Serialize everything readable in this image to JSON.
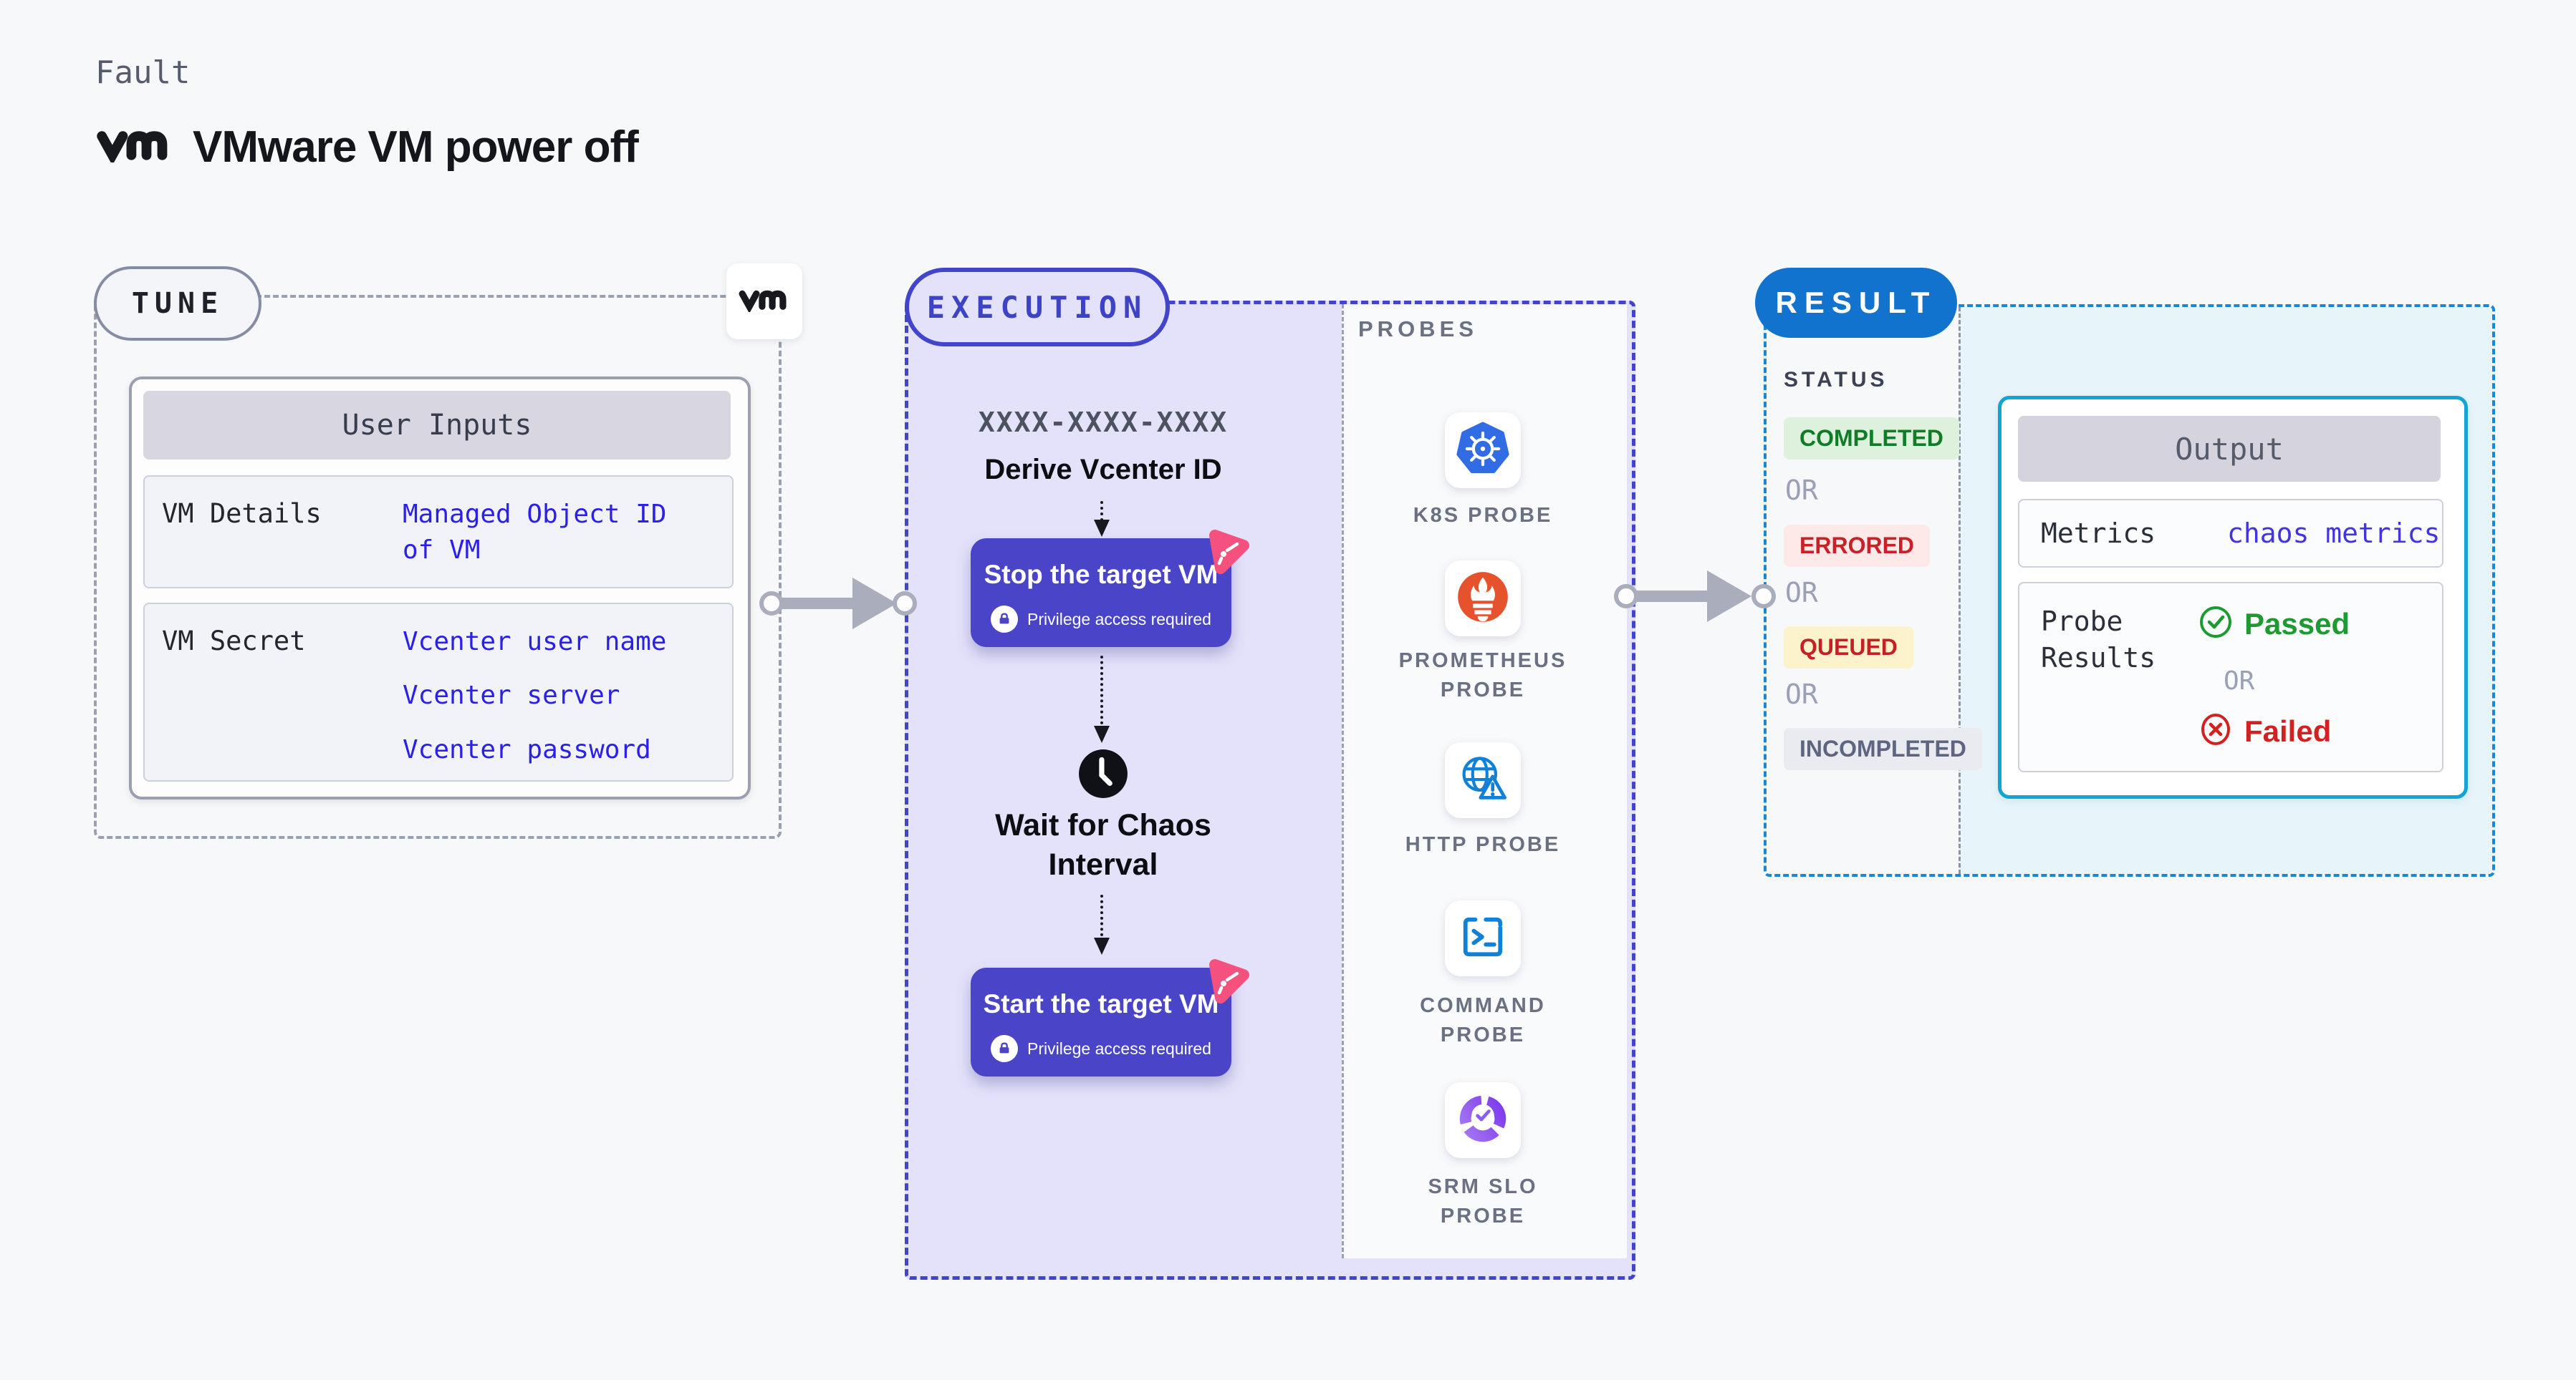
{
  "header": {
    "kicker": "Fault",
    "title": "VMware VM power off",
    "logo": "vmware-vm-logo"
  },
  "tune": {
    "pill_label": "TUNE",
    "table": {
      "header": "User Inputs",
      "rows": [
        {
          "label": "VM Details",
          "values": [
            "Managed Object ID of VM"
          ]
        },
        {
          "label": "VM Secret",
          "values": [
            "Vcenter user name",
            "Vcenter server",
            "Vcenter password"
          ]
        }
      ]
    }
  },
  "execution": {
    "pill_label": "EXECUTION",
    "vcenter_id_mask": "XXXX-XXXX-XXXX",
    "derive_step": "Derive Vcenter ID",
    "stop_step": {
      "title": "Stop the target VM",
      "privilege_note": "Privilege access required"
    },
    "wait_step": "Wait for Chaos Interval",
    "start_step": {
      "title": "Start the target VM",
      "privilege_note": "Privilege access required"
    }
  },
  "probes": {
    "title": "PROBES",
    "items": [
      {
        "label": "K8S PROBE",
        "icon": "kubernetes-icon"
      },
      {
        "label": "PROMETHEUS PROBE",
        "icon": "prometheus-icon"
      },
      {
        "label": "HTTP PROBE",
        "icon": "http-globe-icon"
      },
      {
        "label": "COMMAND PROBE",
        "icon": "terminal-icon"
      },
      {
        "label": "SRM SLO PROBE",
        "icon": "slo-donut-icon"
      }
    ]
  },
  "result": {
    "pill_label": "RESULT",
    "status": {
      "title": "STATUS",
      "or": "OR",
      "items": [
        {
          "label": "COMPLETED",
          "text_color": "#117c28",
          "bg_color": "#def1dd"
        },
        {
          "label": "ERRORED",
          "text_color": "#ca2128",
          "bg_color": "#fce9e8"
        },
        {
          "label": "QUEUED",
          "text_color": "#c32125",
          "bg_color": "#fcf2cb"
        },
        {
          "label": "INCOMPLETED",
          "text_color": "#5e6580",
          "bg_color": "#eaebf1"
        }
      ]
    },
    "output": {
      "header": "Output",
      "metrics_label": "Metrics",
      "metrics_value": "chaos metrics",
      "probe_results_label": "Probe Results",
      "passed_label": "Passed",
      "or": "OR",
      "failed_label": "Failed"
    }
  },
  "colors": {
    "page_bg": "#f7f8fa",
    "accent_indigo": "#4a45c8",
    "execution_bg": "#e4e2fa",
    "execution_dash": "#4145cb",
    "result_pill_blue": "#1173cd",
    "result_dash_blue": "#1b86d3",
    "output_border": "#12a3d8",
    "litmus_pink": "#f5517e",
    "value_blue": "#2b20e8",
    "passed_green": "#1d9a30",
    "failed_red": "#d32120",
    "kubernetes_blue": "#326ce5",
    "prometheus_orange": "#e6522c",
    "http_blue": "#1181d8",
    "slo_purple": "#9259ef"
  }
}
